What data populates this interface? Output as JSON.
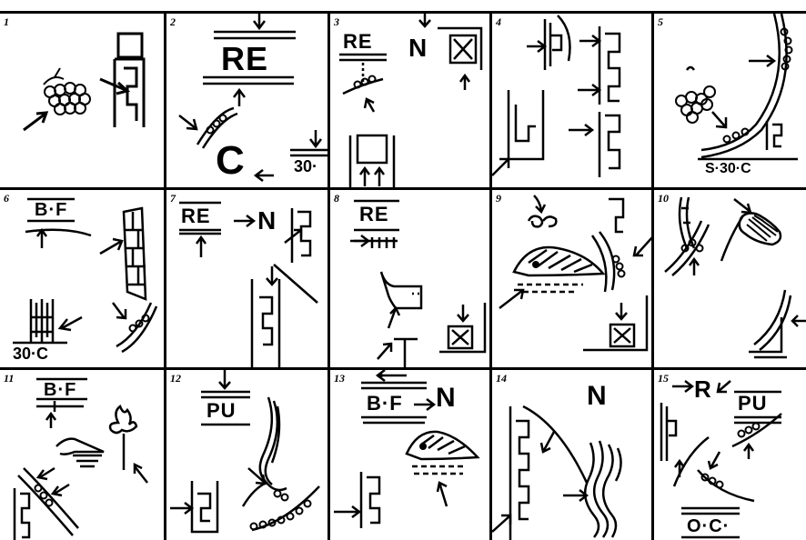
{
  "panels": [
    {
      "number": "1",
      "labels": []
    },
    {
      "number": "2",
      "labels": [
        "RE",
        "C",
        "30·"
      ]
    },
    {
      "number": "3",
      "labels": [
        "RE",
        "N"
      ]
    },
    {
      "number": "4",
      "labels": []
    },
    {
      "number": "5",
      "labels": [
        "S·30·C"
      ]
    },
    {
      "number": "6",
      "labels": [
        "B·F",
        "30·C"
      ]
    },
    {
      "number": "7",
      "labels": [
        "RE",
        "N"
      ]
    },
    {
      "number": "8",
      "labels": [
        "RE"
      ]
    },
    {
      "number": "9",
      "labels": []
    },
    {
      "number": "10",
      "labels": []
    },
    {
      "number": "11",
      "labels": [
        "B·F"
      ]
    },
    {
      "number": "12",
      "labels": [
        "PU"
      ]
    },
    {
      "number": "13",
      "labels": [
        "B·F",
        "N"
      ]
    },
    {
      "number": "14",
      "labels": [
        "N"
      ]
    },
    {
      "number": "15",
      "labels": [
        "R",
        "PU",
        "O·C·"
      ]
    }
  ],
  "colors": {
    "ink": "#000000",
    "paper": "#ffffff"
  }
}
